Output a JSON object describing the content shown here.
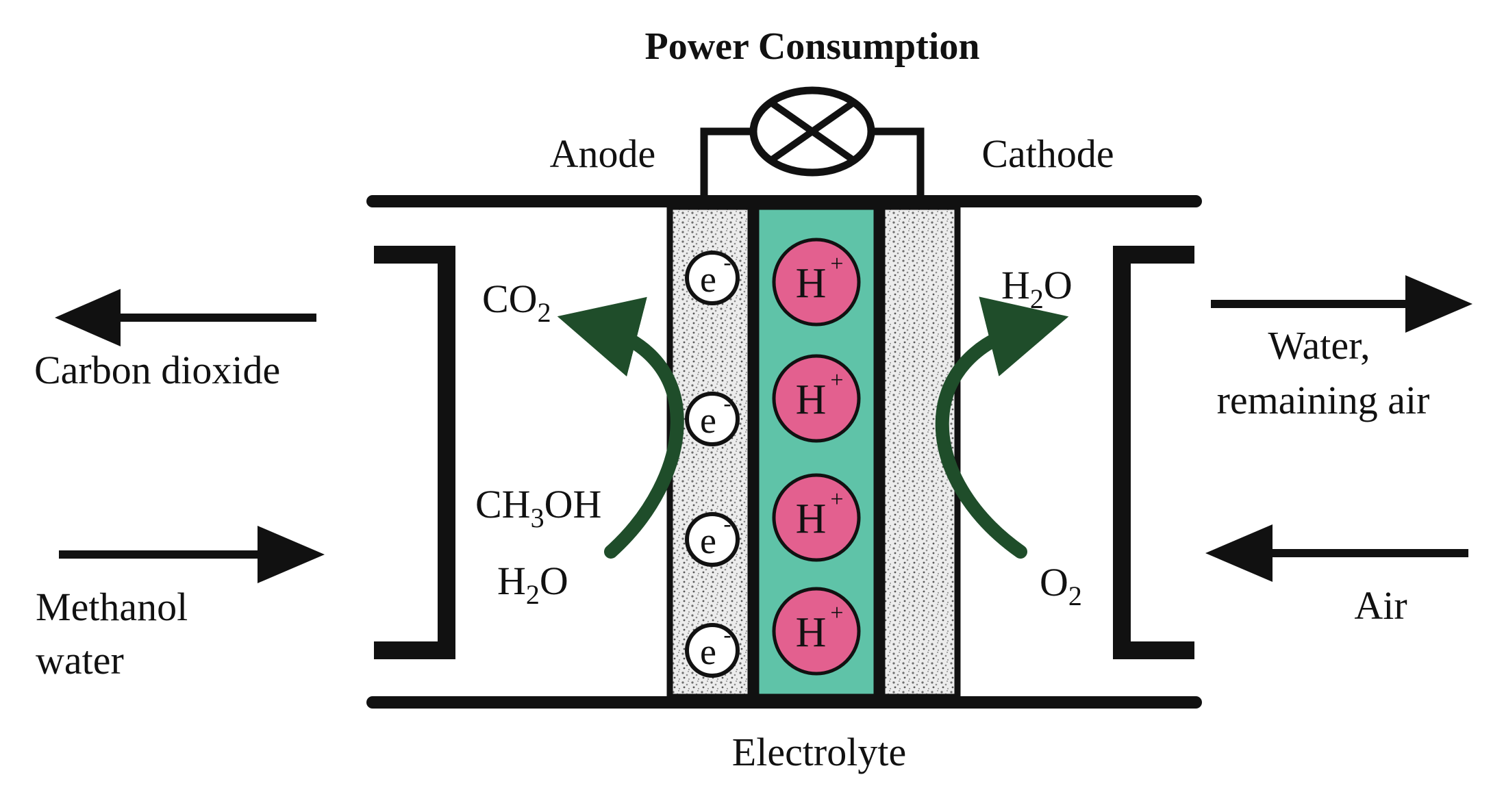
{
  "title": "Power Consumption",
  "electrodes": {
    "anode": "Anode",
    "cathode": "Cathode"
  },
  "electrolyte_label": "Electrolyte",
  "left_flows": {
    "out_label": "Carbon dioxide",
    "in_label_line1": "Methanol",
    "in_label_line2": "water"
  },
  "right_flows": {
    "out_label_line1": "Water,",
    "out_label_line2": "remaining air",
    "in_label": "Air"
  },
  "species": {
    "co2": {
      "main": "CO",
      "sub": "2"
    },
    "ch3oh": {
      "a": "CH",
      "sub": "3",
      "b": "OH"
    },
    "h2o_anode": {
      "a": "H",
      "sub": "2",
      "b": "O"
    },
    "h2o_cathode": {
      "a": "H",
      "sub": "2",
      "b": "O"
    },
    "o2": {
      "main": "O",
      "sub": "2"
    }
  },
  "electron": {
    "symbol": "e",
    "charge": "-",
    "count": 4
  },
  "proton": {
    "symbol": "H",
    "charge": "+",
    "count": 4
  },
  "colors": {
    "electrolyte": "#5fc3a8",
    "proton_fill": "#e3608f",
    "flow_arrow": "#1f4d2a",
    "line": "#111111"
  }
}
